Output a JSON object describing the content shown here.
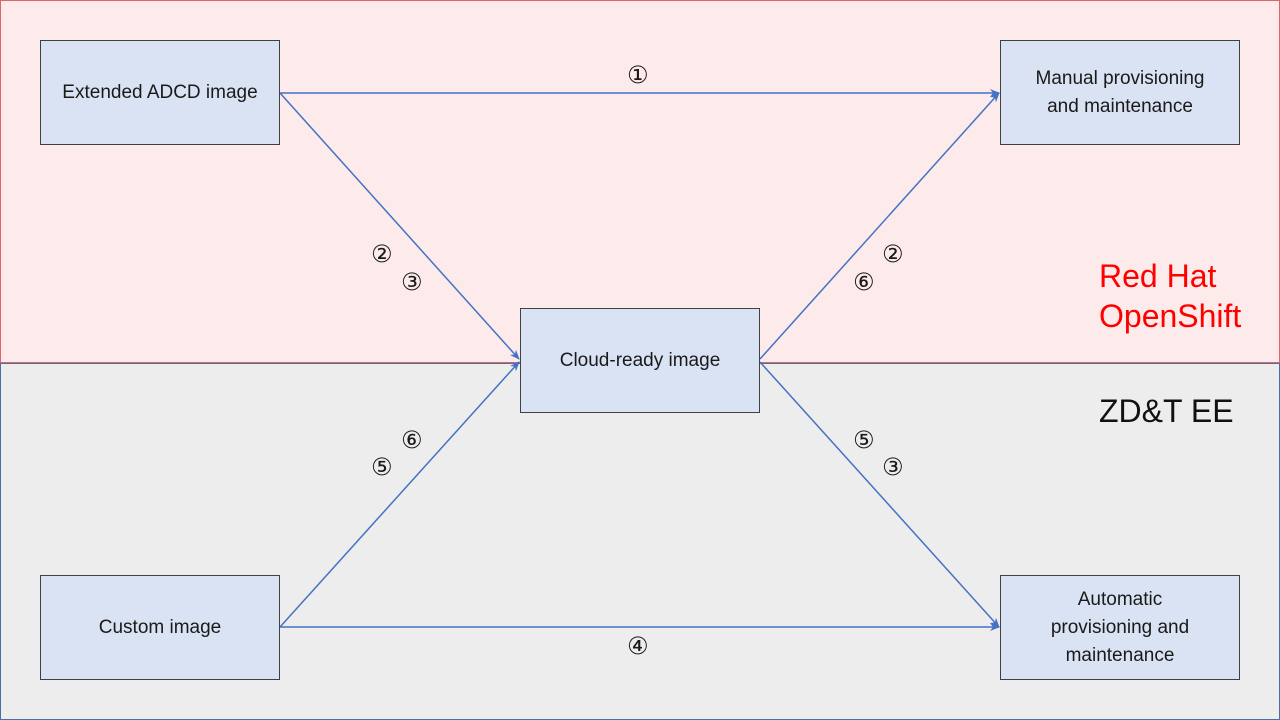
{
  "diagram": {
    "nodes": {
      "extended_adcd": "Extended ADCD image",
      "manual_provisioning": "Manual provisioning\nand maintenance",
      "cloud_ready": "Cloud-ready image",
      "custom_image": "Custom image",
      "automatic_provisioning": "Automatic\nprovisioning and\nmaintenance"
    },
    "regions": {
      "top": "Red Hat\nOpenShift",
      "bottom": "ZD&T EE"
    },
    "steps": {
      "extended_to_manual": "①",
      "extended_to_cloud_a": "②",
      "extended_to_cloud_b": "③",
      "cloud_to_manual_a": "②",
      "cloud_to_manual_b": "⑥",
      "custom_to_cloud_a": "⑥",
      "custom_to_cloud_b": "⑤",
      "cloud_to_auto_a": "⑤",
      "cloud_to_auto_b": "③",
      "custom_to_auto": "④"
    },
    "colors": {
      "arrow": "#4472c4",
      "box_fill": "#dae3f3",
      "top_region_fill": "#fdeaea",
      "bottom_region_fill": "#ededed",
      "openshift_label": "#ff0000"
    }
  }
}
